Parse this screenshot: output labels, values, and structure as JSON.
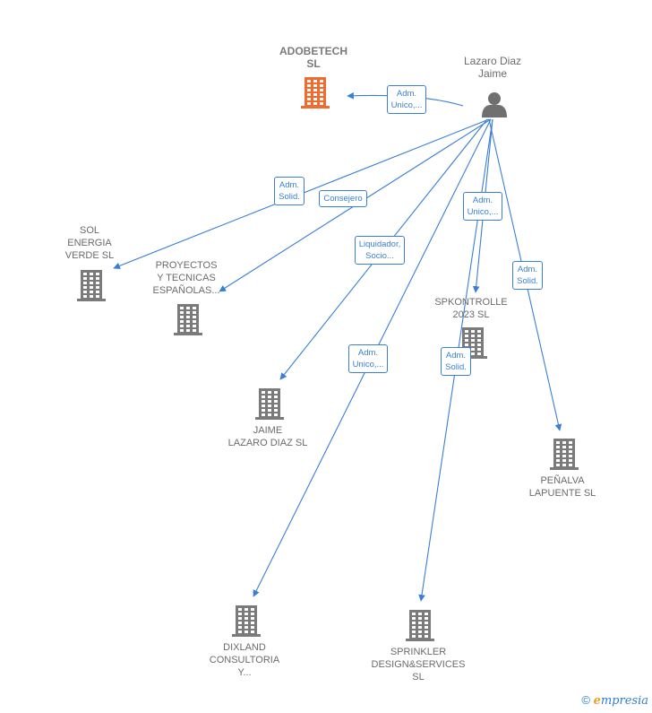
{
  "person": {
    "name_line1": "Lazaro Diaz",
    "name_line2": "Jaime",
    "icon": "person-icon"
  },
  "colors": {
    "edge": "#3a7fd5",
    "company_icon": "#7a7a7a",
    "highlight_icon": "#f26a2e"
  },
  "companies": [
    {
      "id": "adobetech",
      "lines": [
        "ADOBETECH",
        "SL"
      ],
      "highlight": true,
      "icon": "building-icon"
    },
    {
      "id": "sol-energia",
      "lines": [
        "SOL",
        "ENERGIA",
        "VERDE  SL"
      ],
      "icon": "building-icon"
    },
    {
      "id": "proyectos",
      "lines": [
        "PROYECTOS",
        "Y TECNICAS",
        "ESPAÑOLAS..."
      ],
      "icon": "building-icon"
    },
    {
      "id": "spkontrolle",
      "lines": [
        "SPKONTROLLE",
        "2023  SL"
      ],
      "icon": "building-icon"
    },
    {
      "id": "jaime-lazaro",
      "lines": [
        "JAIME",
        "LAZARO DIAZ SL"
      ],
      "icon": "building-icon"
    },
    {
      "id": "penalva",
      "lines": [
        "PEÑALVA",
        "LAPUENTE SL"
      ],
      "icon": "building-icon"
    },
    {
      "id": "dixland",
      "lines": [
        "DIXLAND",
        "CONSULTORIA",
        "Y..."
      ],
      "icon": "building-icon"
    },
    {
      "id": "sprinkler",
      "lines": [
        "SPRINKLER",
        "DESIGN&SERVICES",
        "SL"
      ],
      "icon": "building-icon"
    }
  ],
  "edges": [
    {
      "to": "adobetech",
      "label": [
        "Adm.",
        "Unico,..."
      ]
    },
    {
      "to": "sol-energia",
      "label": [
        "Adm.",
        "Solid."
      ]
    },
    {
      "to": "proyectos",
      "label": [
        "Consejero"
      ]
    },
    {
      "to": "spkontrolle",
      "label": [
        "Adm.",
        "Unico,..."
      ]
    },
    {
      "to": "jaime-lazaro",
      "label": [
        "Liquidador,",
        "Socio..."
      ]
    },
    {
      "to": "penalva",
      "label": [
        "Adm.",
        "Solid."
      ]
    },
    {
      "to": "dixland",
      "label": [
        "Adm.",
        "Unico,..."
      ]
    },
    {
      "to": "sprinkler",
      "label": [
        "Adm.",
        "Solid."
      ]
    }
  ],
  "footer": {
    "copyright": "©",
    "brand_initial": "e",
    "brand_rest": "mpresia"
  }
}
